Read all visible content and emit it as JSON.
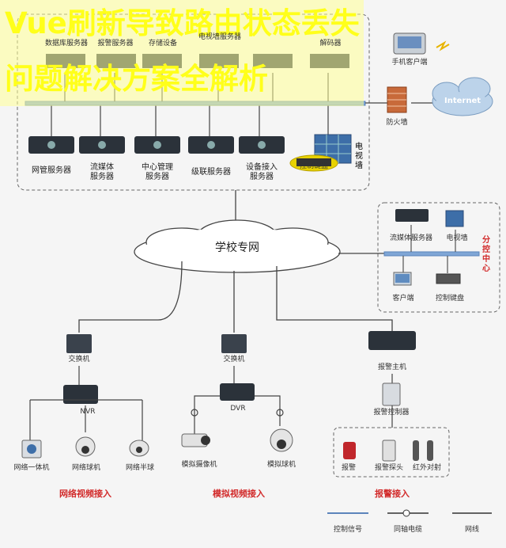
{
  "title": {
    "line1": "Vue刷新导致路由状态丢失",
    "line2": "问题解决方案全解析"
  },
  "top_servers": [
    "数据库服务器",
    "报警服务器",
    "存储设备",
    "电视墙服务器",
    "解码器"
  ],
  "top_right": {
    "mobile": "手机客户端",
    "firewall": "防火墙",
    "internet": "Internet"
  },
  "center_devices": [
    {
      "label1": "网管服务器",
      "label2": ""
    },
    {
      "label1": "流媒体",
      "label2": "服务器"
    },
    {
      "label1": "中心管理",
      "label2": "服务器"
    },
    {
      "label1": "级联服务器",
      "label2": ""
    },
    {
      "label1": "设备接入",
      "label2": "服务器"
    }
  ],
  "control_keyboard": "控制键盘",
  "tv_wall_vertical": "电视墙",
  "cloud_label": "学校专网",
  "branch": {
    "streaming": "流媒体服务器",
    "tvwall": "电视墙",
    "client": "客户端",
    "keyboard": "控制键盘",
    "title": "分控中心"
  },
  "switches": {
    "left": "交换机",
    "middle": "交换机",
    "right": "报警主机"
  },
  "recorders": {
    "nvr": "NVR",
    "dvr": "DVR",
    "alarm_controller": "报警控制器"
  },
  "endpoints": {
    "network": [
      "网络一体机",
      "网络球机",
      "网络半球"
    ],
    "analog": [
      "模拟摄像机",
      "模拟球机"
    ],
    "alarm": [
      "报警",
      "报警探头",
      "红外对射"
    ]
  },
  "sections": {
    "network_video": "网络视频接入",
    "analog_video": "模拟视频接入",
    "alarm": "报警接入"
  },
  "legend": {
    "control": "控制信号",
    "coax": "同轴电缆",
    "network": "网线"
  },
  "colors": {
    "title_yellow": "#ffff1a",
    "section_red": "#d22b2b",
    "legend_blue": "#2a5ea8"
  }
}
